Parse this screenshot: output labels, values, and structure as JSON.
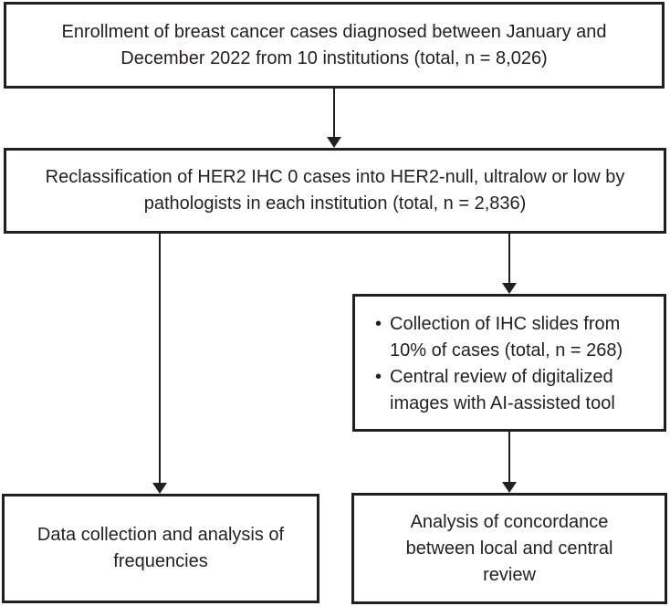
{
  "diagram": {
    "type": "flowchart",
    "colors": {
      "border": "#231f20",
      "text": "#231f20",
      "background": "#ffffff"
    },
    "boxes": {
      "enrollment": {
        "text": "Enrollment of breast cancer cases diagnosed between January and December 2022 from 10 institutions (total, n = 8,026)"
      },
      "reclassification": {
        "text": "Reclassification of HER2 IHC 0 cases into HER2-null, ultralow or low by pathologists in each institution (total, n = 2,836)"
      },
      "central_review": {
        "bullets": [
          "Collection of IHC slides from 10% of cases (total, n = 268)",
          "Central review of digitalized images with AI-assisted tool"
        ]
      },
      "data_collection": {
        "text": "Data collection and analysis of frequencies"
      },
      "concordance": {
        "text": "Analysis of concordance between local and central review"
      }
    },
    "arrows": [
      {
        "from": "enrollment",
        "to": "reclassification"
      },
      {
        "from": "reclassification",
        "to": "data_collection"
      },
      {
        "from": "reclassification",
        "to": "central_review"
      },
      {
        "from": "central_review",
        "to": "concordance"
      }
    ]
  }
}
